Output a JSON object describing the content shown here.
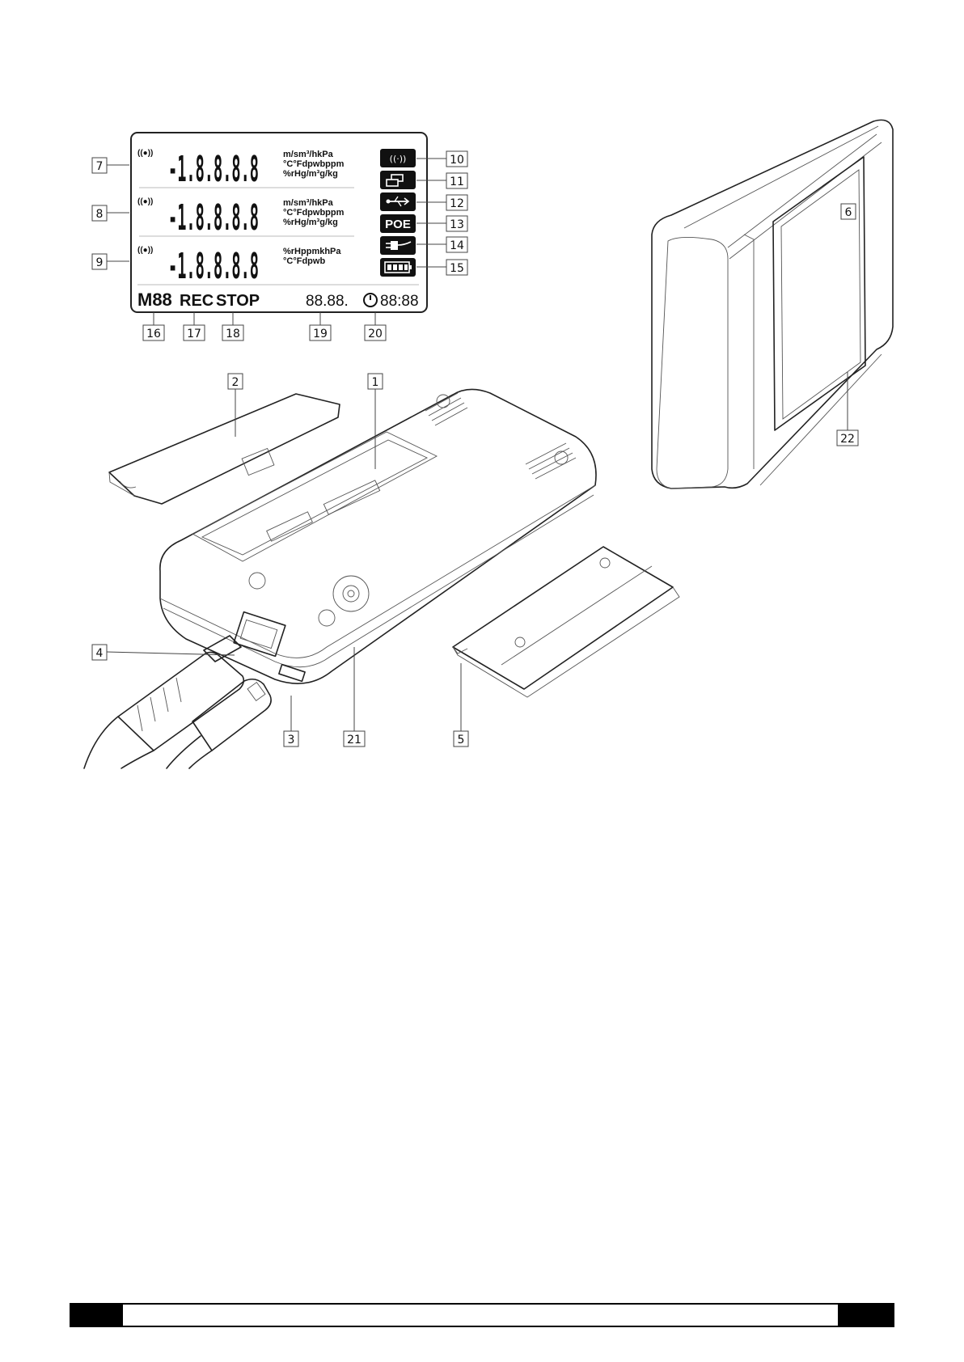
{
  "lcd": {
    "rows": [
      {
        "signal": "((●))",
        "digits": "-1.8.8.8.8",
        "units": [
          "m/sm³/hkPa",
          "°C°Fdpwbppm",
          "%rHg/m³g/kg"
        ]
      },
      {
        "signal": "((●))",
        "digits": "-1.8.8.8.8",
        "units": [
          "m/sm³/hkPa",
          "°C°Fdpwbppm",
          "%rHg/m³g/kg"
        ]
      },
      {
        "signal": "((●))",
        "digits": "-1.8.8.8.8",
        "units": [
          "%rHppmkhPa",
          "°C°Fdpwb"
        ]
      }
    ],
    "bottom": {
      "memory": "M88",
      "rec": "REC",
      "stop": "STOP",
      "date": "88.88.",
      "time": "88:88"
    },
    "icons": [
      {
        "name": "radio-icon",
        "text": "((·))"
      },
      {
        "name": "network-icon",
        "text": ""
      },
      {
        "name": "usb-icon",
        "text": ""
      },
      {
        "name": "poe-icon",
        "text": "POE"
      },
      {
        "name": "power-plug-icon",
        "text": ""
      },
      {
        "name": "battery-icon",
        "text": ""
      }
    ]
  },
  "callouts": {
    "c1": "1",
    "c2": "2",
    "c3": "3",
    "c4": "4",
    "c5": "5",
    "c6": "6",
    "c7": "7",
    "c8": "8",
    "c9": "9",
    "c10": "10",
    "c11": "11",
    "c12": "12",
    "c13": "13",
    "c14": "14",
    "c15": "15",
    "c16": "16",
    "c17": "17",
    "c18": "18",
    "c19": "19",
    "c20": "20",
    "c21": "21",
    "c22": "22"
  }
}
